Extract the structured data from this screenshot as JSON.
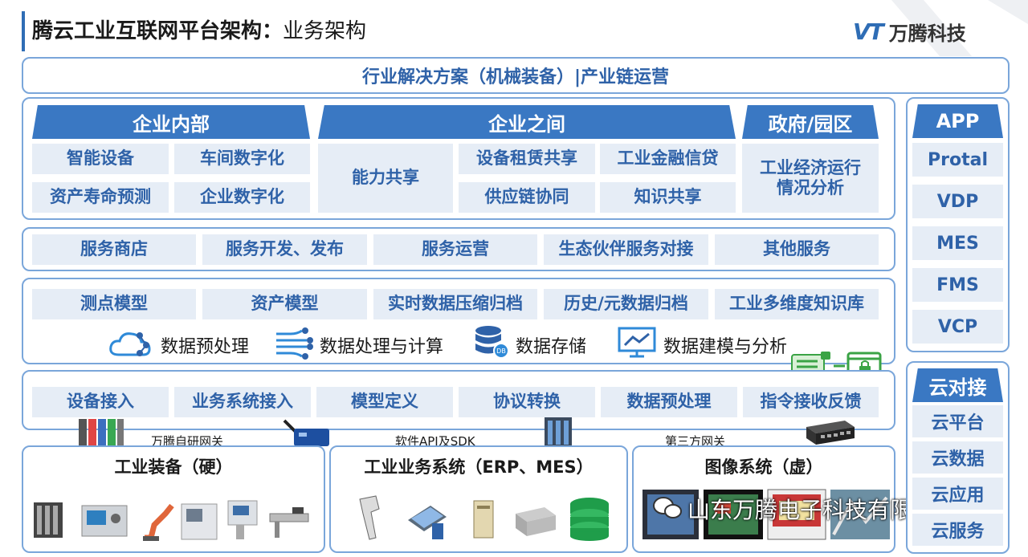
{
  "header": {
    "title_main": "腾云工业互联网平台架构：",
    "title_sub": "业务架构",
    "logo_text": "万腾科技"
  },
  "solutions": "行业解决方案（机械装备）|产业链运营",
  "apps": {
    "internal": {
      "header": "企业内部",
      "items": [
        "智能设备",
        "车间数字化",
        "资产寿命预测",
        "企业数字化"
      ]
    },
    "between": {
      "header": "企业之间",
      "capability": "能力共享",
      "items": [
        "设备租赁共享",
        "工业金融信贷",
        "供应链协同",
        "知识共享"
      ]
    },
    "gov": {
      "header": "政府/园区",
      "item": "工业经济运行\n情况分析"
    }
  },
  "services": [
    "服务商店",
    "服务开发、发布",
    "服务运营",
    "生态伙伴服务对接",
    "其他服务"
  ],
  "data_layer": {
    "items": [
      "测点模型",
      "资产模型",
      "实时数据压缩归档",
      "历史/元数据归档",
      "工业多维度知识库"
    ],
    "tools": [
      {
        "icon": "cloud-network-icon",
        "label": "数据预处理"
      },
      {
        "icon": "data-flow-icon",
        "label": "数据处理与计算"
      },
      {
        "icon": "database-icon",
        "label": "数据存储"
      },
      {
        "icon": "chart-monitor-icon",
        "label": "数据建模与分析"
      }
    ]
  },
  "access": [
    "设备接入",
    "业务系统接入",
    "模型定义",
    "协议转换",
    "数据预处理",
    "指令接收反馈"
  ],
  "gateways": [
    "万腾自研网关",
    "软件API及SDK",
    "第三方网关"
  ],
  "bottom": {
    "hardware": "工业装备（硬）",
    "business": "工业业务系统（ERP、MES）",
    "image": "图像系统（虚）"
  },
  "side_app": {
    "header": "APP",
    "items": [
      "Protal",
      "VDP",
      "MES",
      "FMS",
      "VCP"
    ]
  },
  "side_cloud": {
    "header": "云对接",
    "items": [
      "云平台",
      "云数据",
      "云应用",
      "云服务"
    ]
  },
  "watermark": "山东万腾电子科技有限公司",
  "colors": {
    "accent": "#3a78c3",
    "cell_bg": "#e6edf6",
    "cell_text": "#2f62a8",
    "border": "#7aa6da"
  }
}
